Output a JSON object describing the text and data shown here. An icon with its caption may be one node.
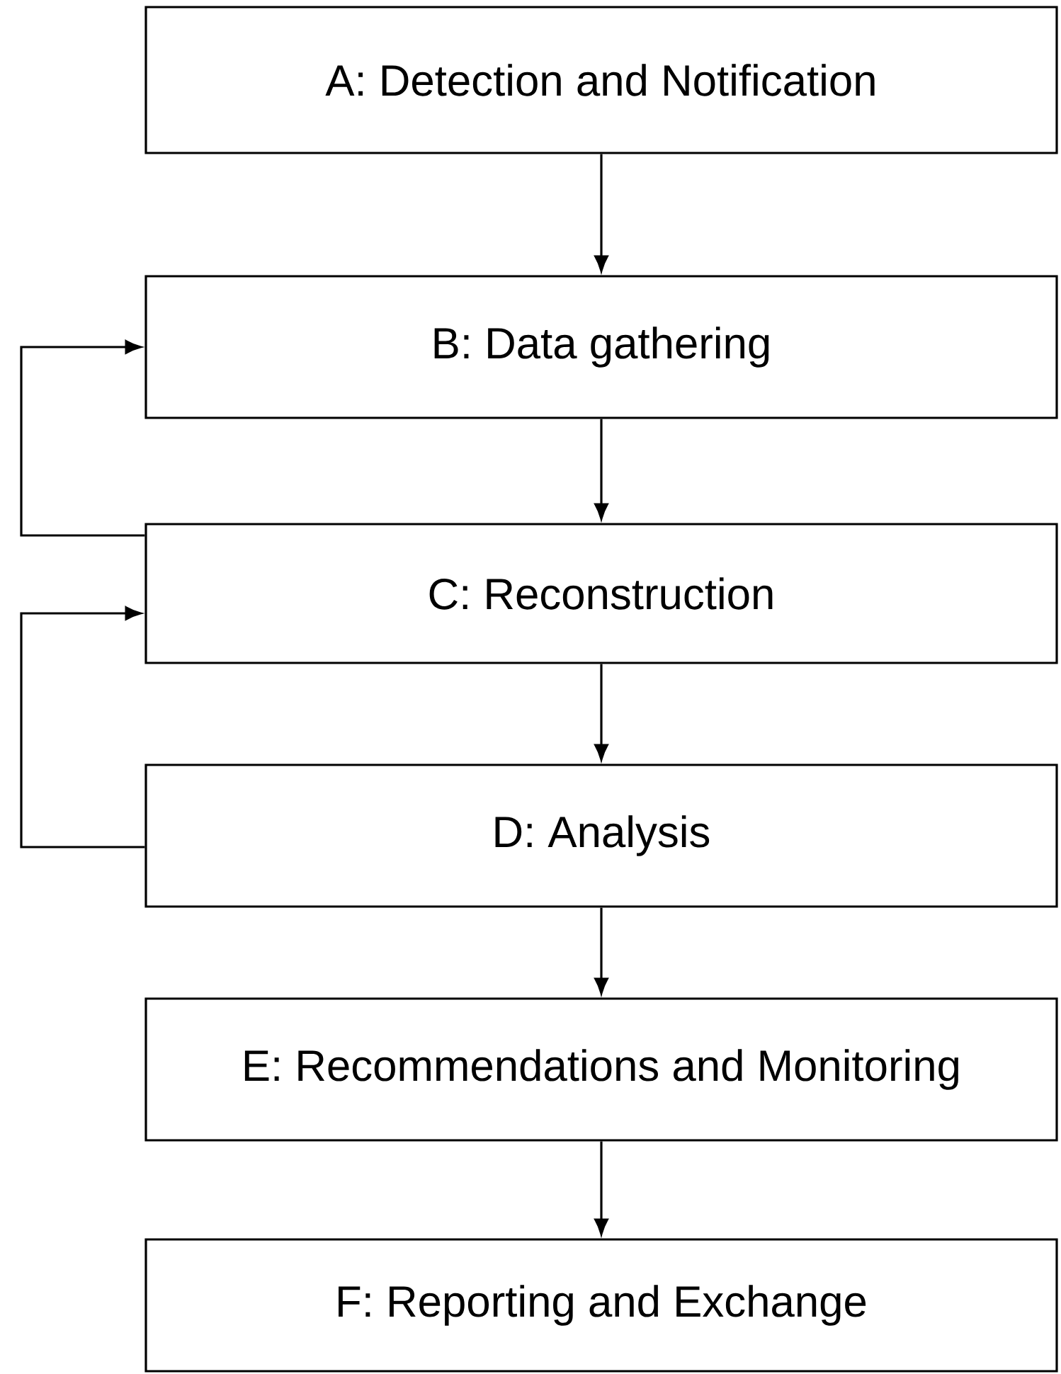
{
  "diagram": {
    "nodes": [
      {
        "text": [
          "A: Detection and Notification"
        ]
      },
      {
        "text": [
          "B: Data gathering"
        ]
      },
      {
        "text": [
          "C: Reconstruction"
        ]
      },
      {
        "text": [
          "D: Analysis"
        ]
      },
      {
        "text": [
          "E: Recommendations and Monitoring"
        ]
      },
      {
        "text": [
          "F: Reporting and Exchange"
        ]
      }
    ],
    "edges": [
      {
        "from": 0,
        "to": 1,
        "arrow": "to"
      },
      {
        "from": 1,
        "to": 2,
        "arrow": "to"
      },
      {
        "from": 2,
        "to": 3,
        "arrow": "to"
      },
      {
        "from": 3,
        "to": 4,
        "arrow": "to"
      },
      {
        "from": 4,
        "to": 5,
        "arrow": "to"
      },
      {
        "from": 2,
        "to": 1,
        "arrow": "to"
      },
      {
        "from": 3,
        "to": 2,
        "arrow": "to"
      }
    ]
  }
}
